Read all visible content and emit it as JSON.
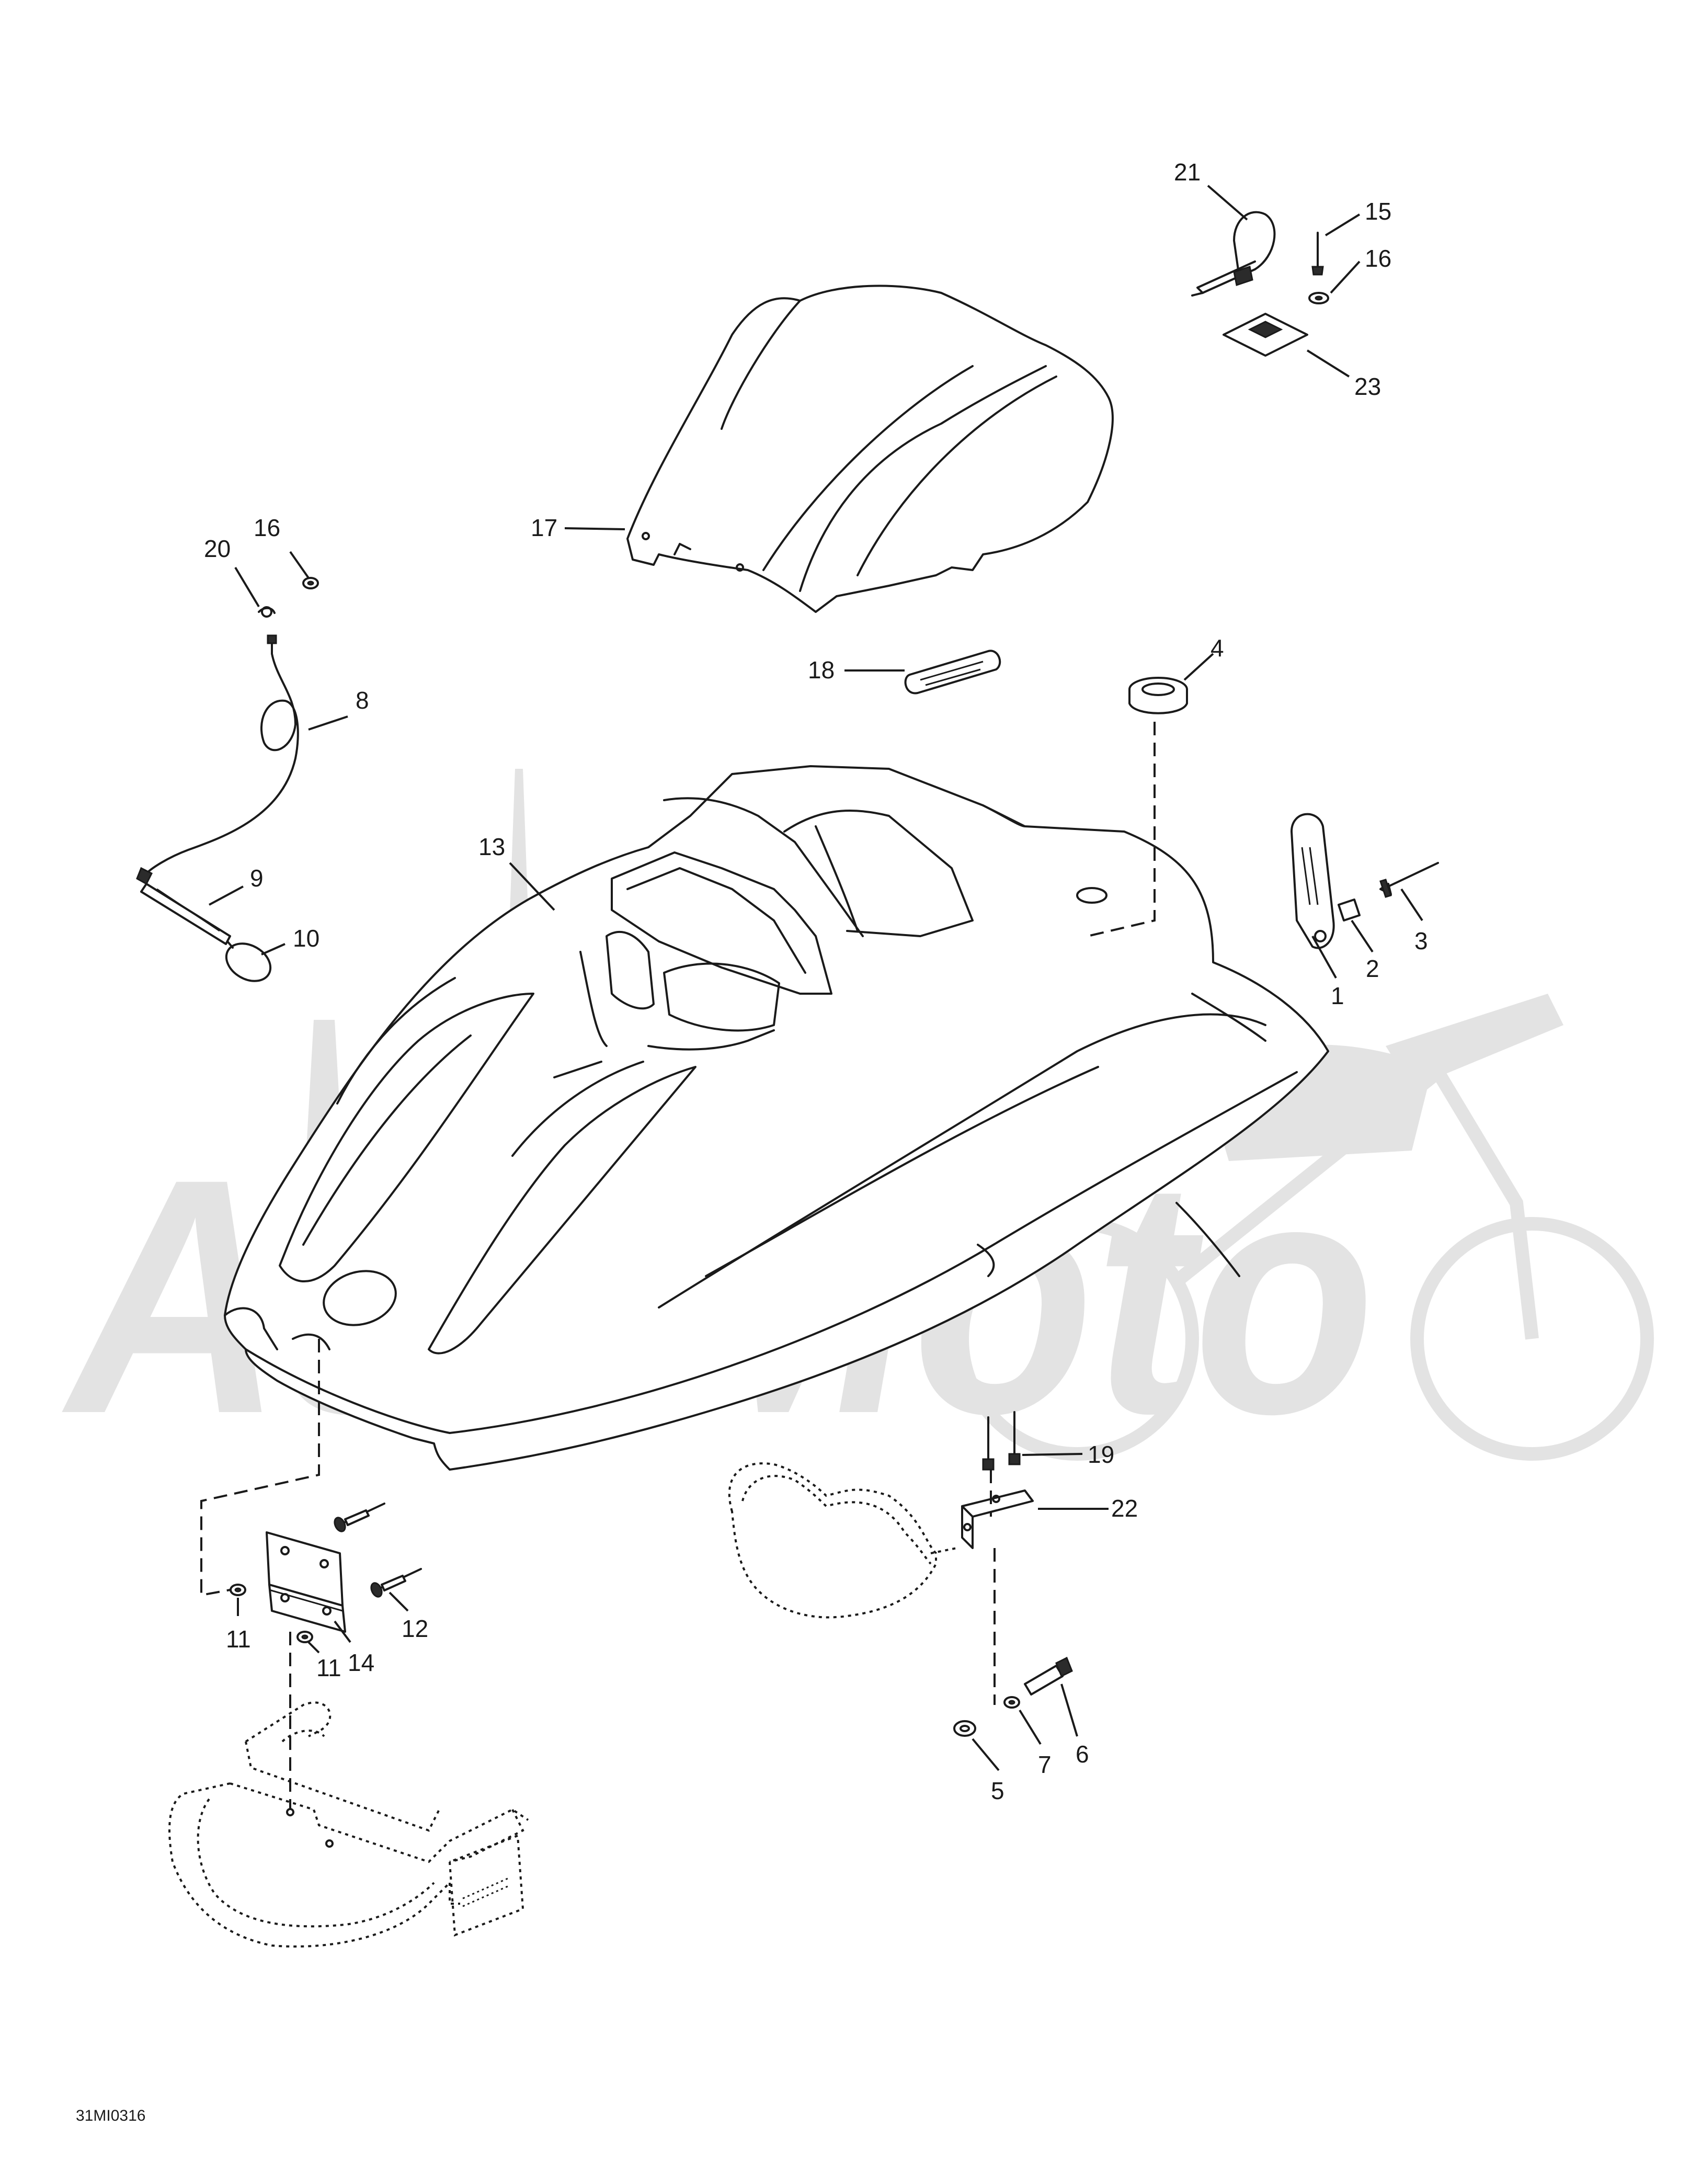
{
  "watermark": {
    "text": "AsHMoto",
    "color": "#e3e3e3"
  },
  "diagram_ref": "31MI0316",
  "callouts": {
    "c1": "1",
    "c2": "2",
    "c3": "3",
    "c4": "4",
    "c5": "5",
    "c6": "6",
    "c7": "7",
    "c8": "8",
    "c9": "9",
    "c10": "10",
    "c11a": "11",
    "c11b": "11",
    "c12": "12",
    "c13": "13",
    "c14": "14",
    "c15": "15",
    "c16a": "16",
    "c16b": "16",
    "c17": "17",
    "c18": "18",
    "c19": "19",
    "c20": "20",
    "c21": "21",
    "c22": "22",
    "c23": "23"
  },
  "parts": {
    "hood": "hood-icon",
    "windshield": "windshield-icon",
    "bumper": "bumper-icon",
    "cable_tie": "cable-tie-icon",
    "support_block": "support-block-icon",
    "hinge": "hinge-icon",
    "bracket": "bracket-icon",
    "headlight_housing": "headlight-housing-icon",
    "retaining_cable": "retaining-cable-icon",
    "grommet": "grommet-icon",
    "latch": "latch-icon"
  }
}
